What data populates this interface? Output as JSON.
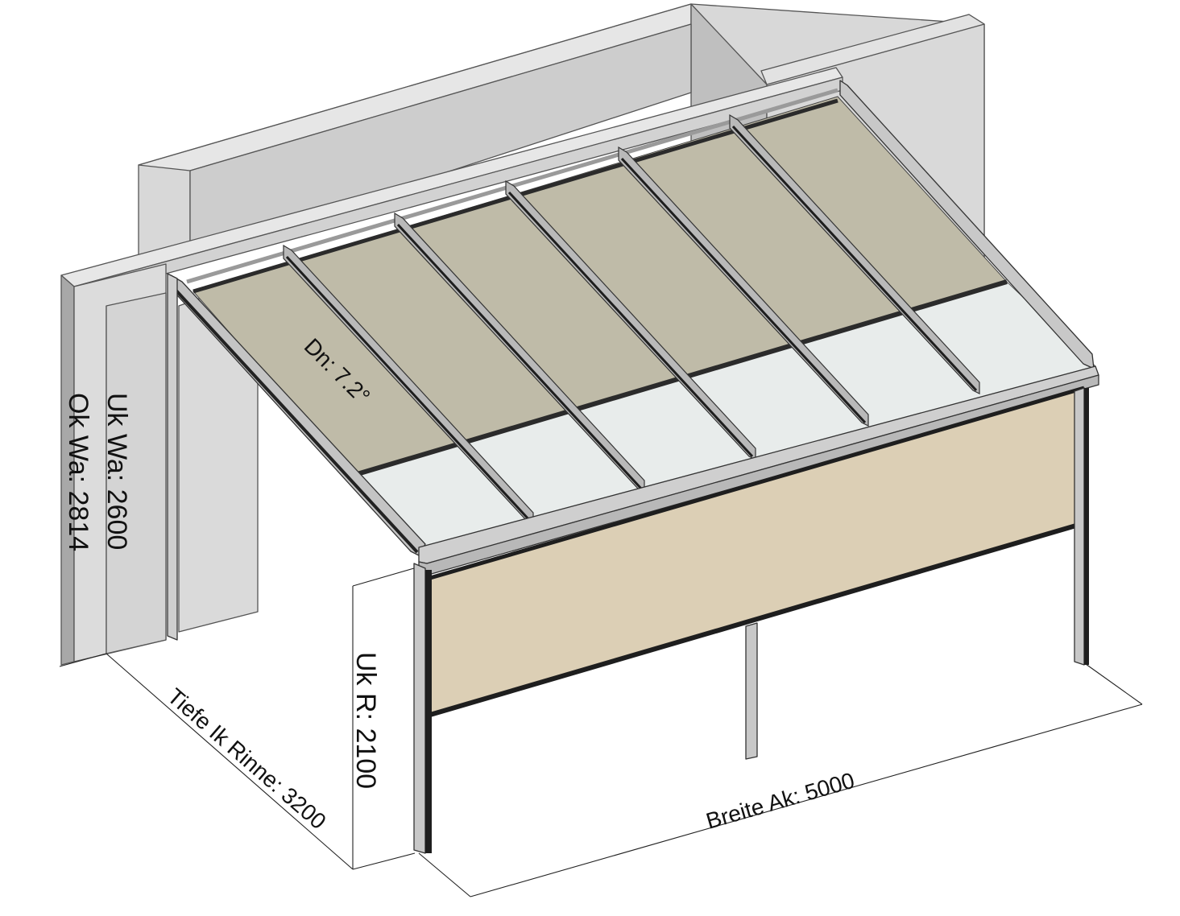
{
  "labels": {
    "depth": "Tiefe Ik Rinne: 3200",
    "width": "Breite Ak: 5000",
    "gutter_height": "Uk R: 2100",
    "wall_lower": "Uk Wa: 2600",
    "wall_upper": "Ok Wa: 2814",
    "pitch": "Dn: 7.2°"
  },
  "colors": {
    "wall_face": "#d9d9d9",
    "wall_light": "#e4e4e4",
    "wall_shade": "#c2c2c2",
    "wall_dark": "#a9a9a9",
    "roof_panel": "#bfbba8",
    "glass": "#e6ebea",
    "glass_shade": "#c7cfcd",
    "rafter": "#b9b9b9",
    "frame_metal": "#c0c0c0",
    "front_screen": "#dccfb5",
    "dark_bar": "#1e1e1e"
  }
}
